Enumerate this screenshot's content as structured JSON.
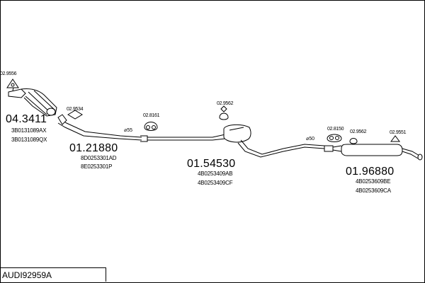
{
  "diagram_id": "AUDI92959A",
  "parts": [
    {
      "number": "04.3411",
      "refs": [
        "3B0131089AX",
        "3B0131089QX"
      ]
    },
    {
      "number": "01.21880",
      "refs": [
        "8D0253301AD",
        "8E0253301P"
      ]
    },
    {
      "number": "01.54530",
      "refs": [
        "4B0253409AB",
        "4B0253409CF"
      ]
    },
    {
      "number": "01.96880",
      "refs": [
        "4B0253609BE",
        "4B0253609CA"
      ]
    }
  ],
  "fittings": [
    "02.9556",
    "02.9534",
    "02.8161",
    "02.9562",
    "02.8150",
    "02.9562",
    "02.9551"
  ],
  "diameters": [
    "⌀55",
    "⌀50"
  ]
}
